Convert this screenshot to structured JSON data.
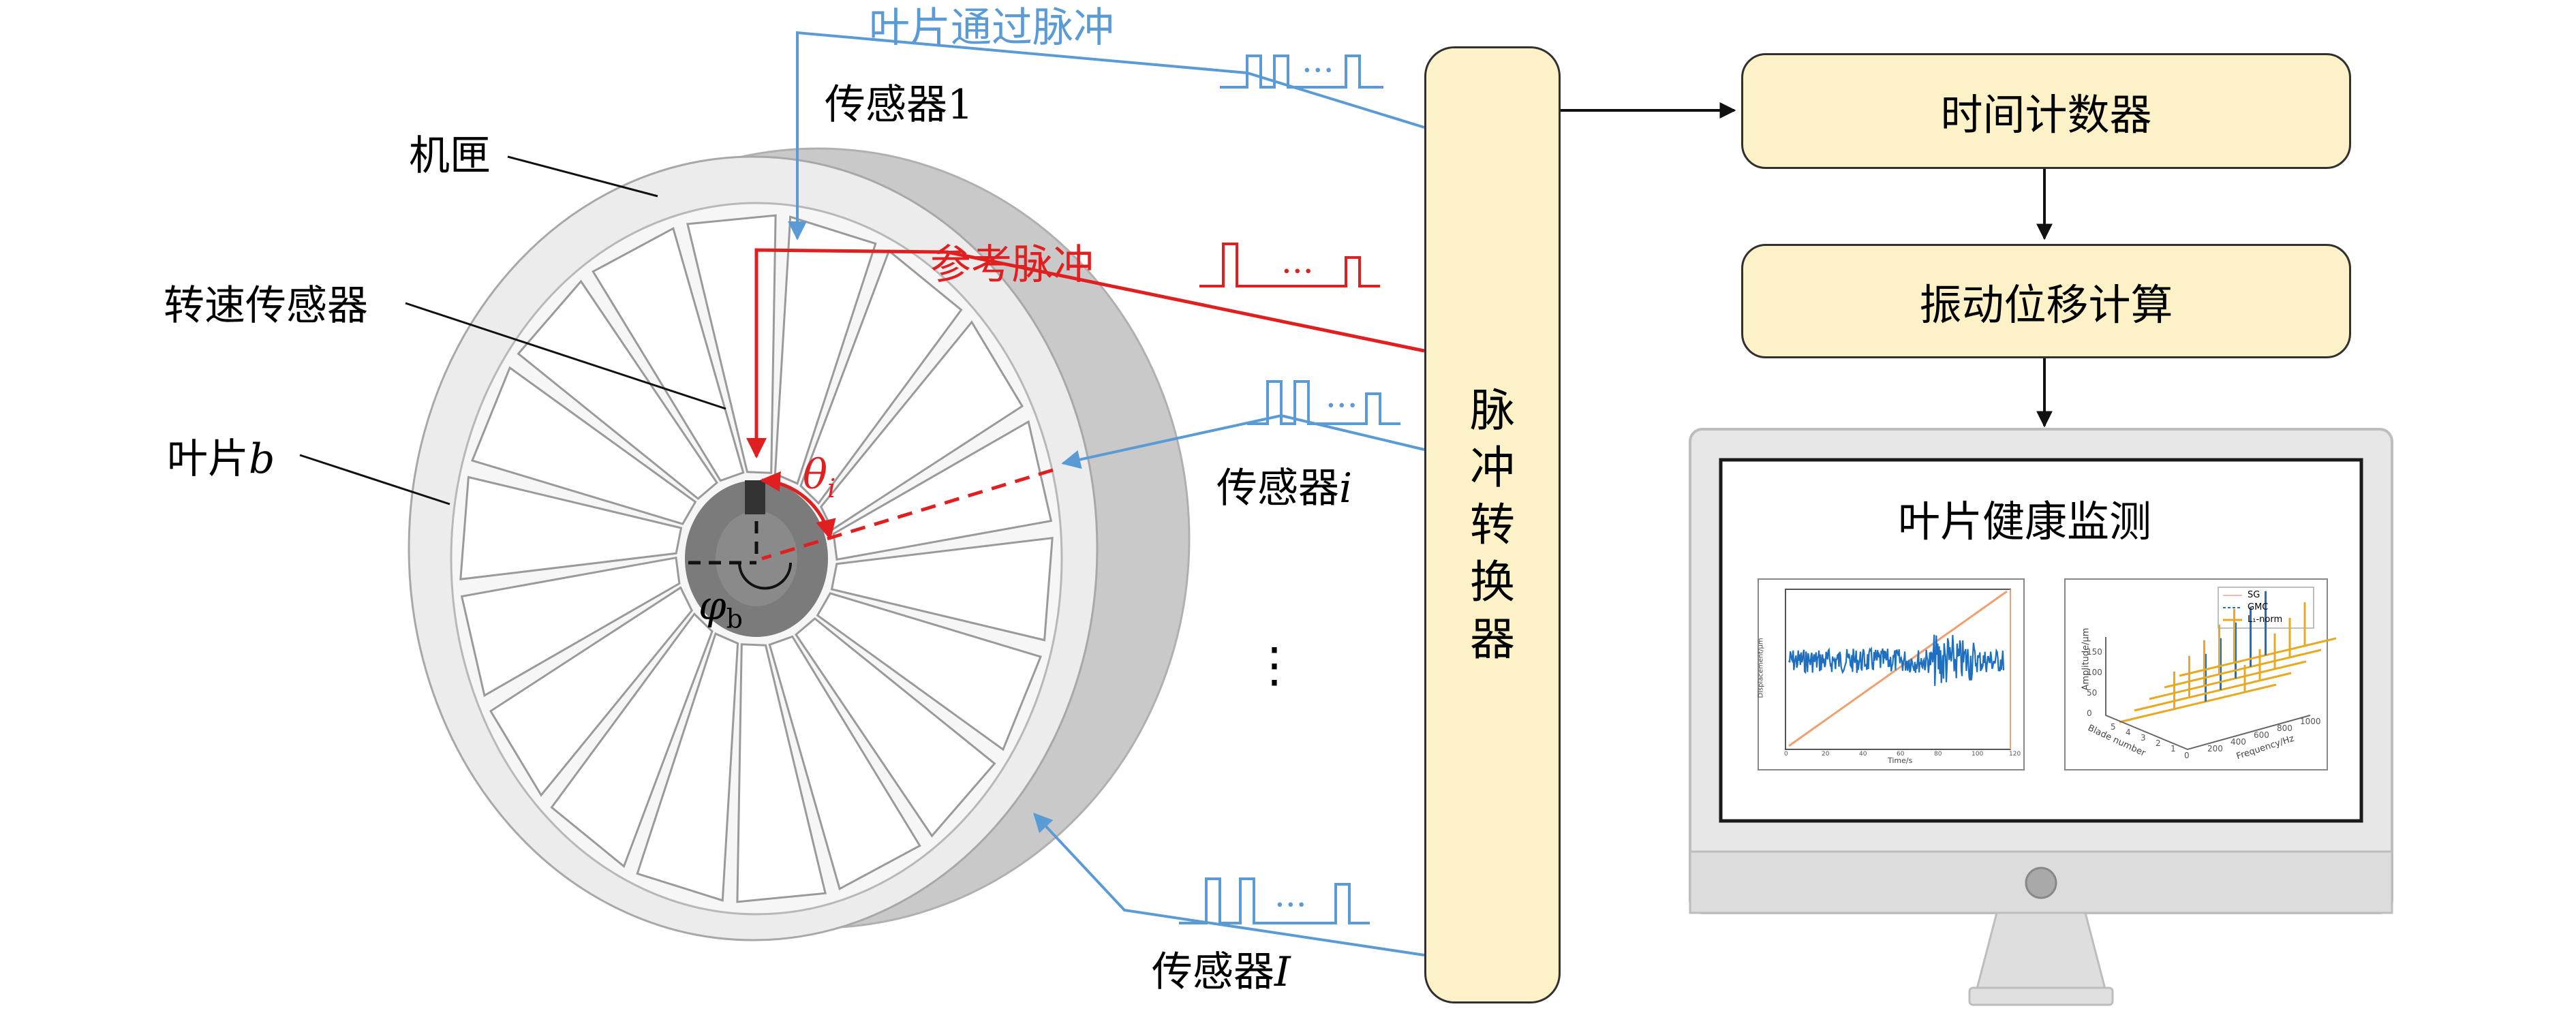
{
  "labels": {
    "casing": "机匣",
    "speed_sensor": "转速传感器",
    "blade": "叶片",
    "blade_var": "b",
    "sensor1": "传感器1",
    "sensor_i": "传感器",
    "sensor_i_var": "i",
    "sensor_I": "传感器",
    "sensor_I_var": "I",
    "blade_pulse": "叶片通过脉冲",
    "ref_pulse": "参考脉冲",
    "theta": "θ",
    "theta_sub": "i",
    "phi": "φ",
    "phi_sub": "b",
    "dots": "⋮"
  },
  "pulse_converter": "脉冲转换器",
  "flow": {
    "time_counter": "时间计数器",
    "vibration_calc": "振动位移计算"
  },
  "monitor": {
    "title": "叶片健康监测",
    "chart1": {
      "xlabel": "Time/s",
      "ylabel": "Displacement/μm",
      "xticks": [
        "0",
        "20",
        "40",
        "60",
        "80",
        "100",
        "120"
      ]
    },
    "chart2": {
      "legend": [
        "SG",
        "GMC",
        "L₁-norm"
      ],
      "xlabel": "Frequency/Hz",
      "ylabel": "Amplitude/μm",
      "zlabel": "Blade number",
      "yticks": [
        "0",
        "50",
        "100",
        "150"
      ],
      "xticks": [
        "0",
        "200",
        "400",
        "600",
        "800",
        "1000"
      ],
      "zticks": [
        "1",
        "2",
        "3",
        "4",
        "5"
      ]
    }
  },
  "colors": {
    "blue": "#5b9bd5",
    "red": "#e02020",
    "box_fill": "#fdf1c8",
    "casing_gray": "#c8c8c8",
    "hub_gray": "#7a7a7a"
  }
}
